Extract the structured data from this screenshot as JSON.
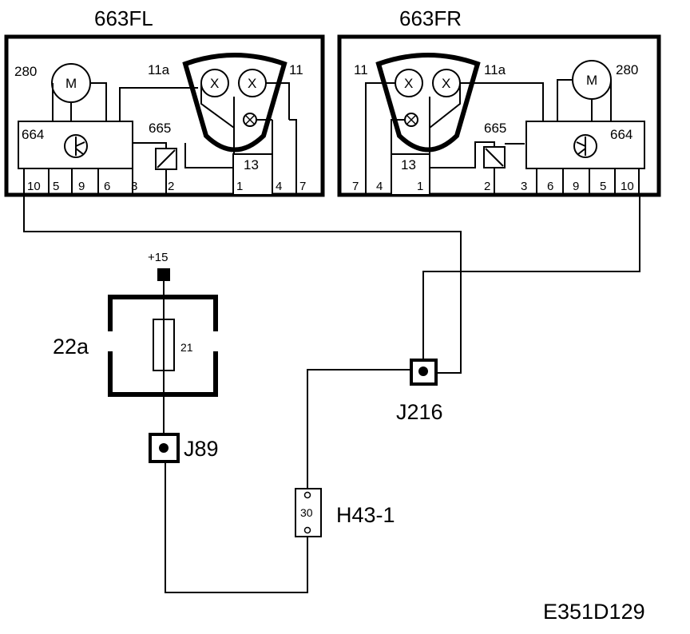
{
  "left_module": {
    "title": "663FL",
    "motor_ref": "280",
    "motor_symbol": "M",
    "controller_ref": "664",
    "relay_ref": "665",
    "lamp_pin_a": "11a",
    "lamp_pin_b": "11",
    "ground_pin": "13",
    "lamp_symbol": "X",
    "pins": [
      "10",
      "5",
      "9",
      "6",
      "3",
      "2",
      "1",
      "4",
      "7"
    ]
  },
  "right_module": {
    "title": "663FR",
    "motor_ref": "280",
    "motor_symbol": "M",
    "controller_ref": "664",
    "relay_ref": "665",
    "lamp_pin_a": "11a",
    "lamp_pin_b": "11",
    "ground_pin": "13",
    "lamp_symbol": "X",
    "pins": [
      "7",
      "4",
      "1",
      "2",
      "3",
      "6",
      "9",
      "5",
      "10"
    ]
  },
  "supply_label": "+15",
  "fuse_box_label": "22a",
  "fuse_number": "21",
  "splice_j89": "J89",
  "splice_j216": "J216",
  "connector_label": "H43-1",
  "connector_pin": "30",
  "diagram_code": "E351D129"
}
